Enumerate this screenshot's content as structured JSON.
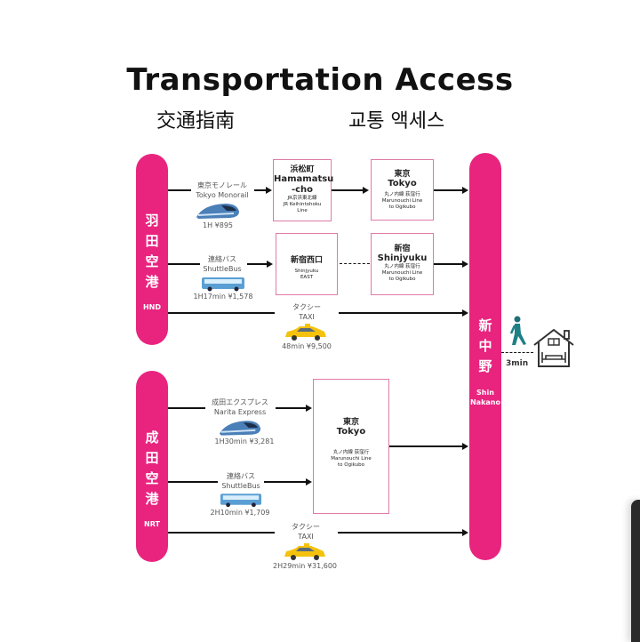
{
  "header": {
    "title": "Transportation Access",
    "subtitle_ja": "交通指南",
    "subtitle_ko": "교통 액세스"
  },
  "airports": {
    "haneda": {
      "name_chars": [
        "羽",
        "田",
        "空",
        "港"
      ],
      "code": "HND"
    },
    "narita": {
      "name_chars": [
        "成",
        "田",
        "空",
        "港"
      ],
      "code": "NRT"
    }
  },
  "destination": {
    "name_chars": [
      "新",
      "中",
      "野"
    ],
    "name_en_1": "Shin",
    "name_en_2": "Nakano",
    "walk_time": "3min",
    "walk_icon": "walking-person-icon",
    "home_icon": "house-bed-icon"
  },
  "haneda_routes": {
    "monorail": {
      "label_ja": "東京モノレール",
      "label_en": "Tokyo Monorail",
      "cost": "1H  ¥895",
      "icon": "train-icon"
    },
    "bus": {
      "label_ja": "連絡バス",
      "label_en": "ShuttleBus",
      "cost": "1H17min  ¥1,578",
      "icon": "bus-icon"
    },
    "taxi": {
      "label_ja": "タクシー",
      "label_en": "TAXI",
      "cost": "48min  ¥9,500",
      "icon": "taxi-icon"
    }
  },
  "haneda_stations": {
    "hamamatsucho": {
      "ja": "浜松町",
      "en1": "Hamamatsu",
      "en2": "-cho",
      "line1": "JR京浜東北線",
      "line2": "JR Keihintohoku",
      "line3": "Line"
    },
    "tokyo": {
      "ja": "東京",
      "en": "Tokyo",
      "line1": "丸ノ内線 荻窪行",
      "line2": "Marunouchi Line",
      "line3": "to Ogikubo"
    },
    "shinjuku_west": {
      "ja": "新宿西口",
      "en1": "Shinjyuku",
      "en2": "EAST"
    },
    "shinjuku": {
      "ja": "新宿",
      "en": "Shinjyuku",
      "line1": "丸ノ内線 荻窪行",
      "line2": "Marunouchi Line",
      "line3": "to Ogikubo"
    }
  },
  "narita_routes": {
    "express": {
      "label_ja": "成田エクスプレス",
      "label_en": "Narita Express",
      "cost": "1H30min  ¥3,281",
      "icon": "train-icon"
    },
    "bus": {
      "label_ja": "連絡バス",
      "label_en": "ShuttleBus",
      "cost": "2H10min  ¥1,709",
      "icon": "bus-icon"
    },
    "taxi": {
      "label_ja": "タクシー",
      "label_en": "TAXI",
      "cost": "2H29min  ¥31,600",
      "icon": "taxi-icon"
    }
  },
  "narita_station": {
    "ja": "東京",
    "en": "Tokyo",
    "line1": "丸ノ内線 荻窪行",
    "line2": "Marunouchi Line",
    "line3": "to Ogikubo"
  },
  "colors": {
    "accent": "#e8247f",
    "box_border": "#e07aa8"
  }
}
